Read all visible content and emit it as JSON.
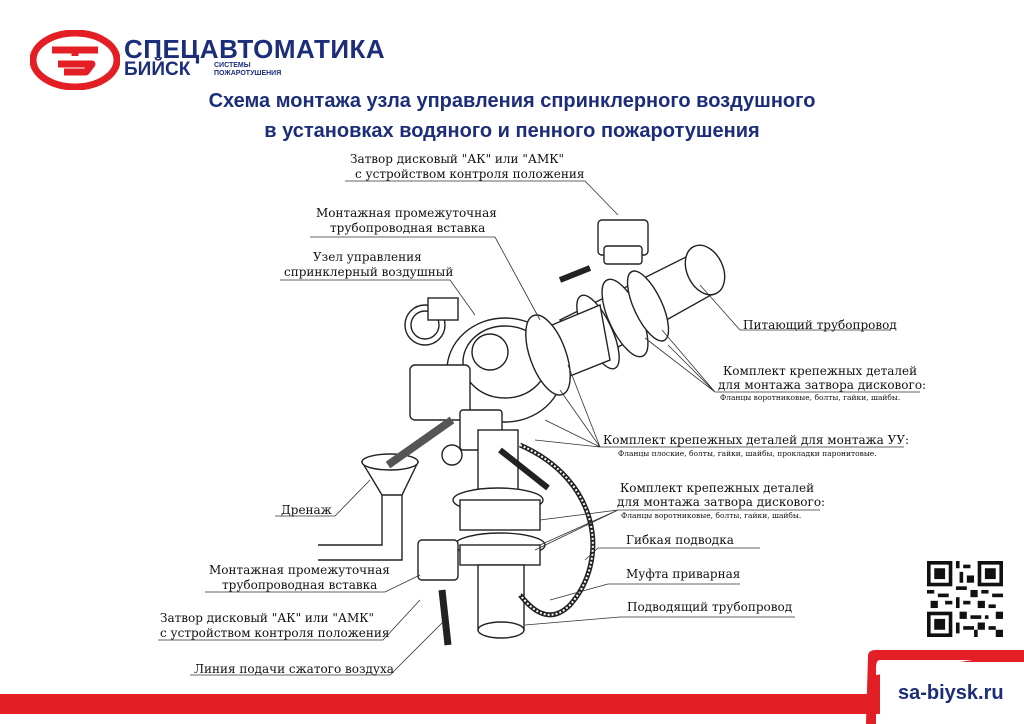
{
  "header": {
    "brand_line1": "СПЕЦАВТОМАТИКА",
    "brand_line2": "БИЙСК",
    "brand_sub": "СИСТЕМЫ ПОЖАРОТУШЕНИЯ",
    "logo_icon": "spetsavtomatika-logo-icon",
    "brand_color": "#1c2e7a",
    "accent_color": "#e31e24"
  },
  "title": {
    "line1": "Схема монтажа узла управления спринклерного воздушного",
    "line2": "в установках водяного и пенного пожаротушения"
  },
  "labels": {
    "valve_top_1": "Затвор дисковый \"АК\" или \"АМК\"",
    "valve_top_2": "с устройством контроля положения",
    "insert_top_1": "Монтажная промежуточная",
    "insert_top_2": "трубопроводная вставка",
    "control_unit_1": "Узел управления",
    "control_unit_2": "спринклерный воздушный",
    "supply_pipe": "Питающий трубопровод",
    "kit_upper_1": "Комплект крепежных деталей",
    "kit_upper_2": "для монтажа затвора дискового:",
    "kit_upper_note": "Фланцы воротниковые, болты, гайки, шайбы.",
    "kit_uu": "Комплект крепежных деталей для монтажа УУ:",
    "kit_uu_note": "Фланцы плоские, болты, гайки, шайбы, прокладки паронитовые.",
    "kit_lower_1": "Комплект крепежных деталей",
    "kit_lower_2": "для монтажа затвора дискового:",
    "kit_lower_note": "Фланцы воротниковые, болты, гайки, шайбы.",
    "drain": "Дренаж",
    "flex_hose": "Гибкая подводка",
    "weld_coupling": "Муфта приварная",
    "inlet_pipe": "Подводящий трубопровод",
    "insert_bottom_1": "Монтажная промежуточная",
    "insert_bottom_2": "трубопроводная вставка",
    "valve_bottom_1": "Затвор дисковый \"АК\" или \"АМК\"",
    "valve_bottom_2": "с устройством контроля положения",
    "air_line": "Линия подачи сжатого воздуха"
  },
  "footer": {
    "url": "sa-biysk.ru",
    "qr_icon": "qr-code-icon",
    "bar_color": "#e31e24"
  }
}
